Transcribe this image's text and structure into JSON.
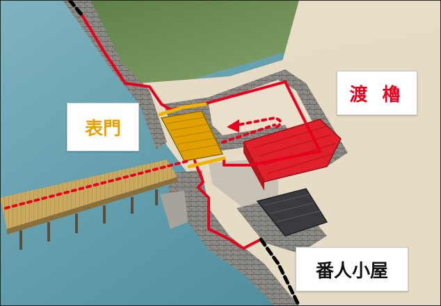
{
  "labels": {
    "watari_yagura": "渡 櫓",
    "omote_mon": "表門",
    "bannin_goya": "番人小屋"
  },
  "colors": {
    "route_red": "#e8001c",
    "route_yellow": "#f0b400",
    "gate_gold": "#e0a100",
    "yagura_red": "#e0202a",
    "watari_text": "#e8001c",
    "omote_text": "#e8a000",
    "bannin_text": "#111111",
    "water": "#5b9aaa",
    "grass": "#6f8f5a",
    "ground": "#e7dcc6",
    "stone": "#8a8780"
  }
}
